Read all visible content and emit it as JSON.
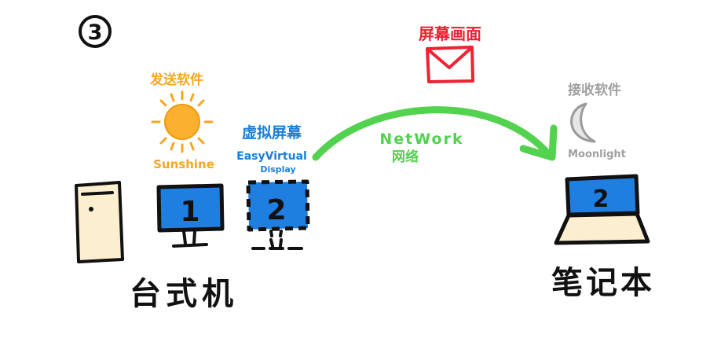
{
  "step_number": "3",
  "desktop": {
    "label": "台式机",
    "monitor_1_number": "1",
    "monitor_2_number": "2"
  },
  "sender": {
    "title": "发送软件",
    "name": "Sunshine",
    "icon": "sun-icon",
    "color": "#f5a623"
  },
  "virtual_display": {
    "title": "虚拟屏幕",
    "name_line1": "EasyVirtual",
    "name_line2": "Display",
    "color": "#1c7fd6"
  },
  "network": {
    "label_en": "NetWork",
    "label_cn": "网络",
    "color": "#52d24e"
  },
  "screen_image": {
    "label": "屏幕画面",
    "icon": "envelope-icon",
    "color": "#ee2233"
  },
  "receiver": {
    "title": "接收软件",
    "name": "Moonlight",
    "icon": "moon-icon",
    "color": "#a0a0a0"
  },
  "laptop": {
    "label": "笔记本",
    "screen_number": "2"
  }
}
